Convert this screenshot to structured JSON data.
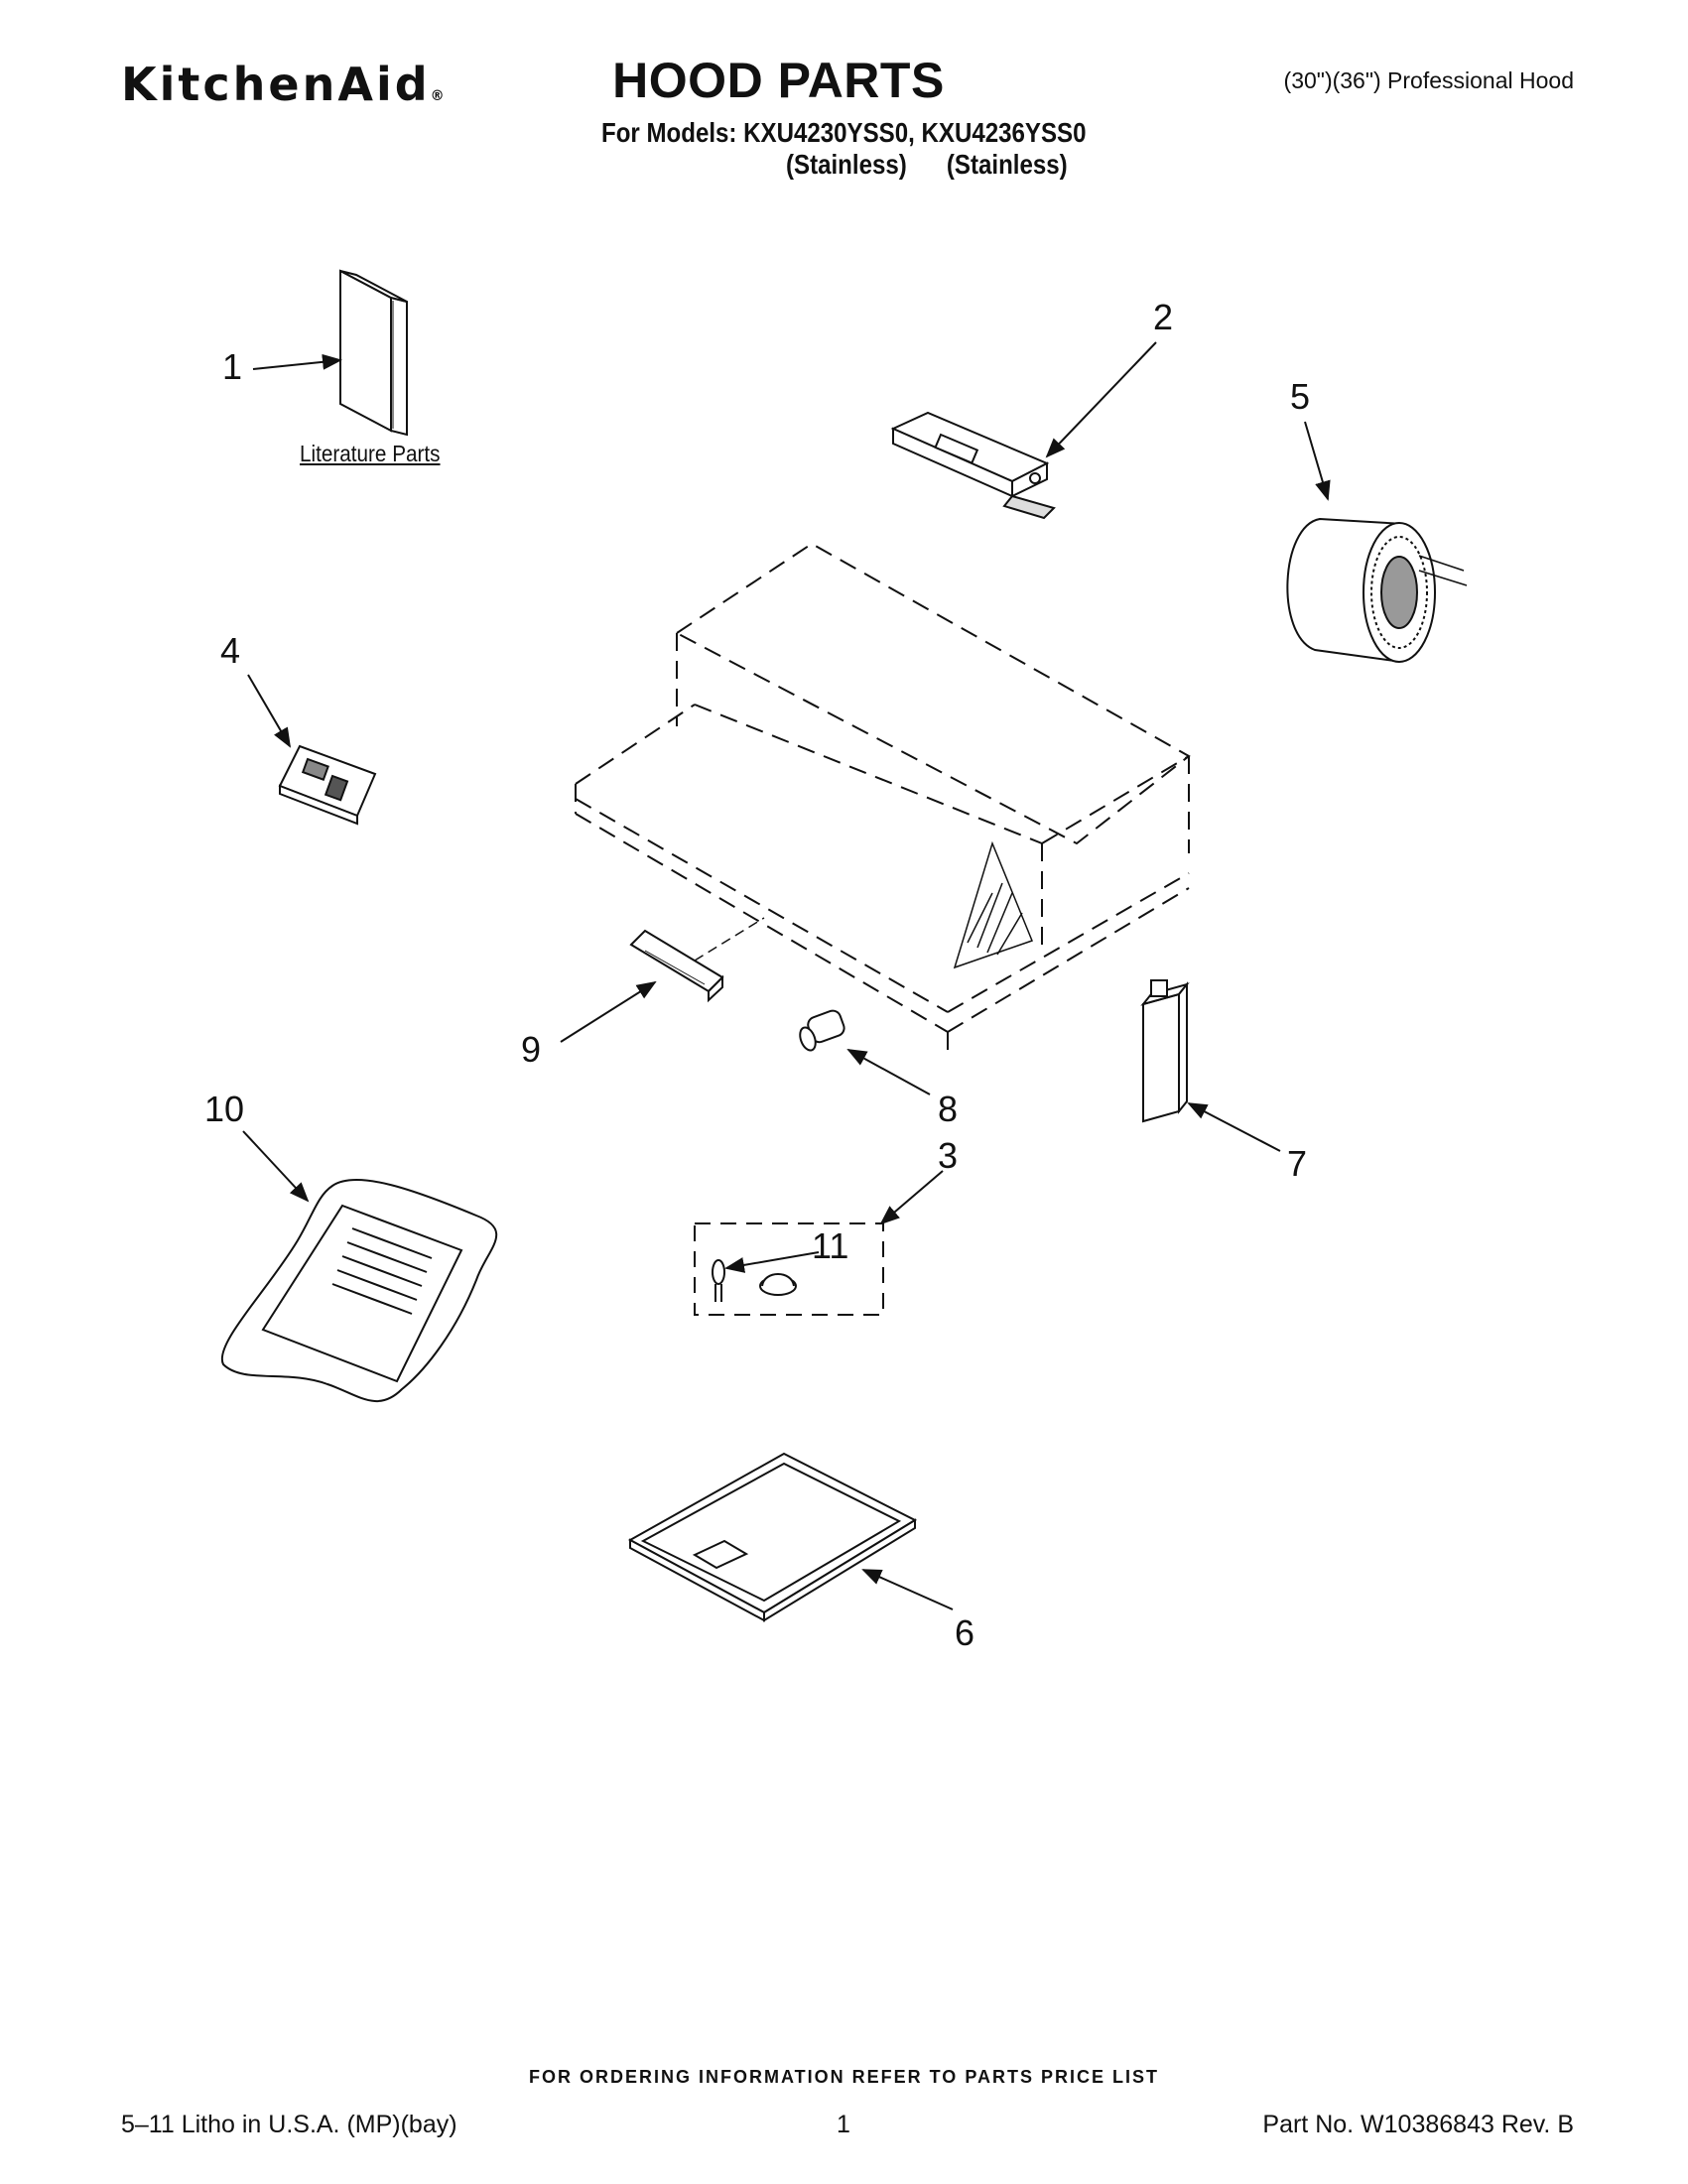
{
  "header": {
    "brand": "KitchenAid",
    "brand_mark": "®",
    "title": "HOOD PARTS",
    "subtitle": "(30\")(36\") Professional Hood",
    "models_line": "For Models: KXU4230YSS0, KXU4236YSS0",
    "models_finish": "(Stainless)      (Stainless)"
  },
  "diagram": {
    "literature_label": "Literature Parts",
    "callouts": [
      "1",
      "2",
      "3",
      "4",
      "5",
      "6",
      "7",
      "8",
      "9",
      "10",
      "11"
    ]
  },
  "footer": {
    "ordering_info": "FOR ORDERING INFORMATION REFER TO PARTS PRICE LIST",
    "litho": "5–11 Litho in U.S.A. (MP)(bay)",
    "page_number": "1",
    "part_number": "Part No. W10386843 Rev. B"
  },
  "colors": {
    "ink": "#111111",
    "paper": "#ffffff"
  }
}
